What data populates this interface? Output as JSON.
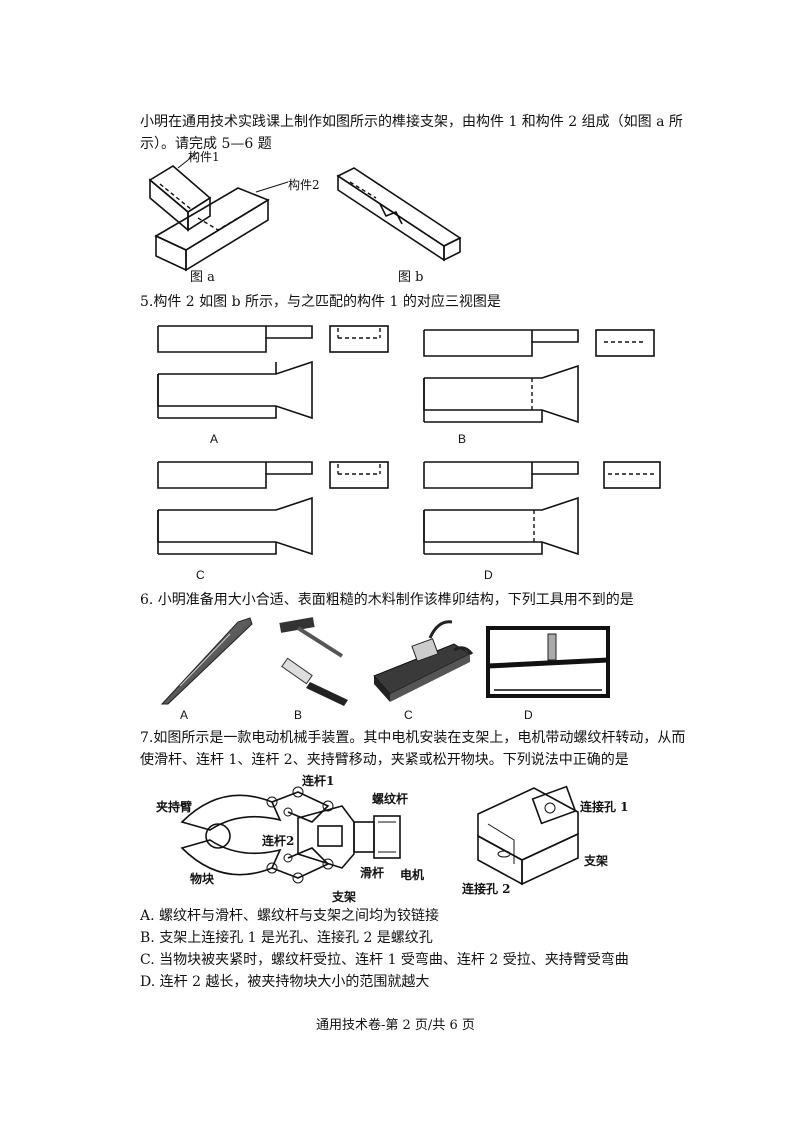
{
  "intro": {
    "line1": "小明在通用技术实践课上制作如图所示的榫接支架，由构件 1 和构件 2 组成（如图 a 所",
    "line2": "示）。请完成 5—6 题"
  },
  "figures_ab": {
    "part1_label": "构件1",
    "part2_label": "构件2",
    "caption_a": "图 a",
    "caption_b": "图 b"
  },
  "q5": {
    "stem": "5.构件 2 如图 b 所示，与之匹配的构件 1 的对应三视图是",
    "options": [
      "A",
      "B",
      "C",
      "D"
    ]
  },
  "q6": {
    "stem": "6. 小明准备用大小合适、表面粗糙的木料制作该榫卯结构，下列工具用不到的是",
    "options": [
      "A",
      "B",
      "C",
      "D"
    ]
  },
  "q7": {
    "stem_line1": "7.如图所示是一款电动机械手装置。其中电机安装在支架上，电机带动螺纹杆转动，从而",
    "stem_line2": "使滑杆、连杆 1、连杆 2、夹持臂移动，夹紧或松开物块。下列说法中正确的是",
    "labels": {
      "clamp_arm": "夹持臂",
      "link1": "连杆1",
      "screw_rod": "螺纹杆",
      "link2": "连杆2",
      "block": "物块",
      "slide_rod": "滑杆",
      "motor": "电机",
      "bracket": "支架",
      "hole1": "连接孔 1",
      "bracket2": "支架",
      "hole2": "连接孔 2"
    },
    "choices": [
      "A. 螺纹杆与滑杆、螺纹杆与支架之间均为铰链接",
      "B. 支架上连接孔 1 是光孔、连接孔 2 是螺纹孔",
      "C. 当物块被夹紧时，螺纹杆受拉、连杆 1 受弯曲、连杆 2 受拉、夹持臂受弯曲",
      "D. 连杆 2 越长，被夹持物块大小的范围就越大"
    ]
  },
  "footer": "通用技术卷-第 2 页/共 6 页"
}
